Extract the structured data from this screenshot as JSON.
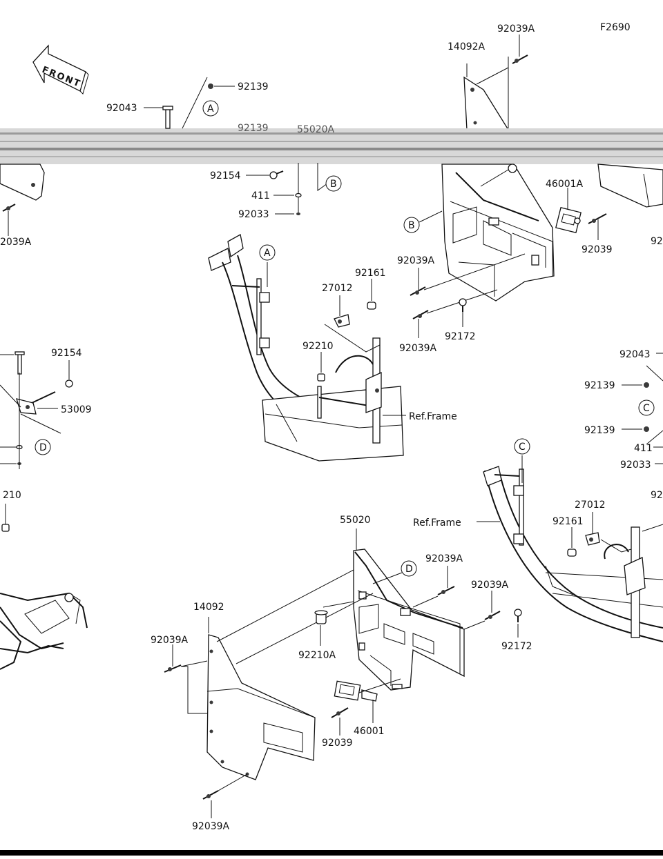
{
  "figure_code": "F2690",
  "direction_label": "FRONT",
  "ref_frame_label": "Ref.Frame",
  "callout_letters": [
    "A",
    "B",
    "C",
    "D"
  ],
  "part_labels": {
    "p92039A_top": "92039A",
    "p14092A": "14092A",
    "p92043_left": "92043",
    "p92139_a1": "92139",
    "p92139_a2": "92139",
    "p55020A": "55020A",
    "p92154_top": "92154",
    "p411_top": "411",
    "p92033_top": "92033",
    "p92039A_leftedge": "2039A",
    "p46001A": "46001A",
    "p92039_right": "92039",
    "p92_rightedge": "92",
    "p92039A_mid1": "92039A",
    "p92161_top": "92161",
    "p27012_top": "27012",
    "p92210_top": "92210",
    "p92039A_mid2": "92039A",
    "p92172_top": "92172",
    "p92154_left": "92154",
    "p53009": "53009",
    "p92043_right": "92043",
    "p92139_c1": "92139",
    "p92139_c2": "92139",
    "p411_right": "411",
    "p92033_right": "92033",
    "p210_left": "210",
    "p27012_right": "27012",
    "p92161_right": "92161",
    "p92_right2": "92",
    "p55020": "55020",
    "p92039A_bot1": "92039A",
    "p92039A_bot2": "92039A",
    "p14092": "14092",
    "p92039A_bot3": "92039A",
    "p92210A": "92210A",
    "p92172_bot": "92172",
    "p46001": "46001",
    "p92039_bot": "92039",
    "p92039A_bot4": "92039A"
  }
}
